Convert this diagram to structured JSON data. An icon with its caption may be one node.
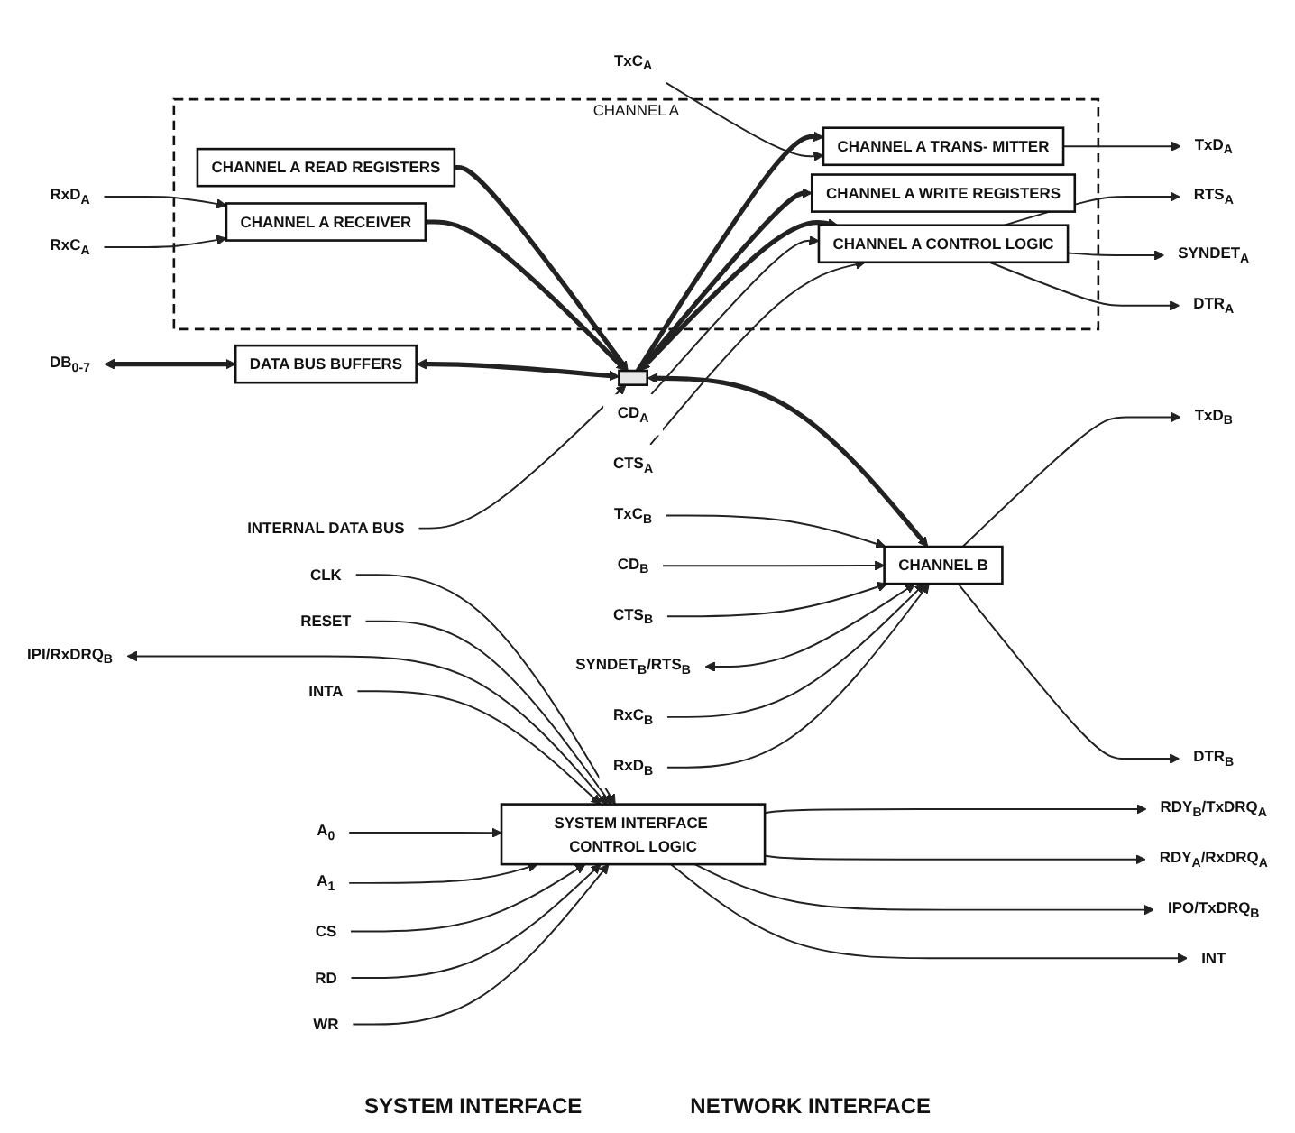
{
  "diagram": {
    "nodes": [
      {
        "text": [
          "DB$_{0-7}$"
        ]
      },
      {
        "text": [
          "DATA BUS BUFFERS"
        ]
      },
      {
        "text": [],
        "shape": "bar"
      },
      {
        "text": [
          "CHANNEL A"
        ]
      },
      {
        "text": [
          "CHANNEL A TRANS- MITTER"
        ],
        "in": 3
      },
      {
        "text": [
          "TxD$_{A}$"
        ]
      },
      {
        "text": [
          "TxC$_{A}$"
        ]
      },
      {
        "text": [
          "CHANNEL A WRITE REGISTERS"
        ],
        "in": 3
      },
      {
        "text": [
          "CHANNEL A CONTROL LOGIC"
        ],
        "in": 3
      },
      {
        "text": [
          "CD$_{A}$"
        ]
      },
      {
        "text": [
          "CTS$_{A}$"
        ]
      },
      {
        "text": [
          "RTS$_{A}$"
        ]
      },
      {
        "text": [
          "SYNDET$_{A}$"
        ]
      },
      {
        "text": [
          "DTR$_{A}$"
        ]
      },
      {
        "text": [
          "CHANNEL A READ REGISTERS"
        ],
        "in": 3
      },
      {
        "text": [
          "CHANNEL A RECEIVER"
        ],
        "in": 3
      },
      {
        "text": [
          "RxD$_{A}$"
        ]
      },
      {
        "text": [
          "RxC$_{A}$"
        ]
      },
      {
        "text": [
          "CLK"
        ]
      },
      {
        "text": [
          "RESET"
        ]
      },
      {
        "text": [
          "RDY$_{B}$/TxDRQ$_{A}$"
        ]
      },
      {
        "text": [
          "RDY$_{A}$/RxDRQ$_{A}$"
        ]
      },
      {
        "text": [
          "SYSTEM INTERFACE CONTROL LOGIC"
        ]
      },
      {
        "text": [
          "IPO/TxDRQ$_{B}$"
        ]
      },
      {
        "text": [
          "IPI/RxDRQ$_{B}$"
        ]
      },
      {
        "text": [
          "INT"
        ]
      },
      {
        "text": [
          "INTA"
        ]
      },
      {
        "text": [
          "A$_{0}$"
        ]
      },
      {
        "text": [
          "A$_{1}$"
        ]
      },
      {
        "text": [
          "CS"
        ]
      },
      {
        "text": [
          "RD"
        ]
      },
      {
        "text": [
          "WR"
        ]
      },
      {
        "text": [
          "INTERNAL DATA BUS"
        ]
      },
      {
        "text": [
          "CHANNEL B"
        ]
      },
      {
        "text": [
          "TxD$_{B}$"
        ]
      },
      {
        "text": [
          "TxC$_{B}$"
        ]
      },
      {
        "text": [
          "CD$_{B}$"
        ]
      },
      {
        "text": [
          "CTS$_{B}$"
        ]
      },
      {
        "text": [
          "SYNDET$_{B}$/RTS$_{B}$"
        ]
      },
      {
        "text": [
          "DTR$_{B}$"
        ]
      },
      {
        "text": [
          "RxC$_{B}$"
        ]
      },
      {
        "text": [
          "RxD$_{B}$"
        ]
      }
    ],
    "edges": [
      {
        "from": 0,
        "to": 1,
        "arrow": "both",
        "style": "thick"
      },
      {
        "from": 1,
        "to": 2,
        "arrow": "both",
        "style": "thick"
      },
      {
        "from": 2,
        "to": 4,
        "arrow": "to",
        "style": "thick"
      },
      {
        "from": 2,
        "to": 7,
        "arrow": "to",
        "style": "thick"
      },
      {
        "from": 2,
        "to": 8,
        "arrow": "both",
        "style": "thick"
      },
      {
        "from": 14,
        "to": 2,
        "arrow": "to",
        "style": "thick"
      },
      {
        "from": 15,
        "to": 2,
        "arrow": "to",
        "style": "thick"
      },
      {
        "from": 4,
        "to": 5,
        "arrow": "to"
      },
      {
        "from": 6,
        "to": 4,
        "arrow": "to"
      },
      {
        "from": 9,
        "to": 8,
        "arrow": "to"
      },
      {
        "from": 10,
        "to": 8,
        "arrow": "to"
      },
      {
        "from": 8,
        "to": 11,
        "arrow": "to"
      },
      {
        "from": 8,
        "to": 12,
        "arrow": "to"
      },
      {
        "from": 8,
        "to": 13,
        "arrow": "to"
      },
      {
        "from": 16,
        "to": 15,
        "arrow": "to"
      },
      {
        "from": 17,
        "to": 15,
        "arrow": "to"
      },
      {
        "from": 18,
        "to": 22,
        "arrow": "to"
      },
      {
        "from": 19,
        "to": 22,
        "arrow": "to"
      },
      {
        "from": 22,
        "to": 20,
        "arrow": "to"
      },
      {
        "from": 22,
        "to": 21,
        "arrow": "to"
      },
      {
        "from": 22,
        "to": 23,
        "arrow": "to"
      },
      {
        "from": 24,
        "to": 22,
        "arrow": "both"
      },
      {
        "from": 22,
        "to": 25,
        "arrow": "to"
      },
      {
        "from": 26,
        "to": 22,
        "arrow": "to"
      },
      {
        "from": 27,
        "to": 22,
        "arrow": "to"
      },
      {
        "from": 28,
        "to": 22,
        "arrow": "to"
      },
      {
        "from": 29,
        "to": 22,
        "arrow": "to"
      },
      {
        "from": 30,
        "to": 22,
        "arrow": "to"
      },
      {
        "from": 31,
        "to": 22,
        "arrow": "to"
      },
      {
        "from": 32,
        "to": 2,
        "arrow": "to"
      },
      {
        "from": 2,
        "to": 33,
        "arrow": "both",
        "style": "thick"
      },
      {
        "from": 33,
        "to": 34,
        "arrow": "to"
      },
      {
        "from": 35,
        "to": 33,
        "arrow": "to"
      },
      {
        "from": 36,
        "to": 33,
        "arrow": "to"
      },
      {
        "from": 37,
        "to": 33,
        "arrow": "to"
      },
      {
        "from": 38,
        "to": 33,
        "arrow": "both"
      },
      {
        "from": 33,
        "to": 39,
        "arrow": "to"
      },
      {
        "from": 40,
        "to": 33,
        "arrow": "to"
      },
      {
        "from": 41,
        "to": 33,
        "arrow": "to"
      }
    ],
    "labels": [
      "SYSTEM INTERFACE",
      "NETWORK INTERFACE"
    ]
  }
}
